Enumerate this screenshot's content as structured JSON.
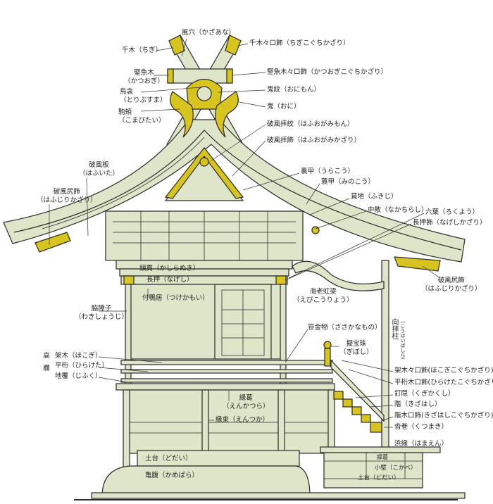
{
  "colors": {
    "wall": "#dfe5c8",
    "gold": "#d8c41e",
    "line": "#2a2a2a"
  },
  "labels": {
    "kazaana": "風穴（かざあな）",
    "chigi": "千木（ちぎ）",
    "chigi_koguchi": "千木々口飾（ちぎこぐちかざり）",
    "katsuogi": "堅魚木",
    "katsuogi_r": "（かつおぎ）",
    "katsuogi_koguchi": "堅魚木々口飾（かつおぎこぐちかざり）",
    "toribusuma": "烏衾",
    "toribusuma_r": "（とりぶすま）",
    "onimon": "鬼紋（おにもん）",
    "oni": "鬼（おに）",
    "komabitai": "駒頬",
    "komabitai_r": "（こまびたい）",
    "hafu_ogamimon": "破風拝紋（はふおがみもん）",
    "hafu_ogamikazari": "破風拝飾（はふおがみかざり）",
    "hafuita": "破風板",
    "hafuita_r": "（はふいた）",
    "urakou": "裏甲（うらこう）",
    "minokou": "蓑甲（みのこう）",
    "fukiji": "葺地（ふきじ）",
    "nakachirashi": "中散（なかちらし）",
    "rokuyou": "六葉（ろくよう）",
    "nageshikazari": "長押飾（なげしかざり）",
    "hafujiri_left": "破風尻飾",
    "hafujiri_left_r": "（はふじりかざり）",
    "hafujiri_right": "破風尻飾",
    "hafujiri_right_r": "（はふじりかざり）",
    "kashiranuki": "頭貫（かしらぬき）",
    "nageshi": "長押（なげし）",
    "tsukekamoi": "付鴨居（つけかもい）",
    "ebikouryou": "海老虹梁",
    "ebikouryou_r": "（えびこうりょう）",
    "wakishouji": "脇障子",
    "wakishouji_r": "（わきしょうじ）",
    "kouhaibashira": "向拝柱",
    "kouhaibashira_r": "（こうはいばしら）",
    "sasakanamono": "笹金物（ささかなもの）",
    "giboshi": "擬宝珠",
    "giboshi_r": "（ぎぼし）",
    "kouran": "高欄",
    "hokogi": "架木（ほこぎ）",
    "hirageta": "平桁（ひらけた）",
    "jifuku": "地覆（じふく）",
    "hokogi_koguchi": "架木々口飾(ほこぎこぐちかざり)",
    "hirageta_koguchi": "平桁木口飾(ひらけたこぐちかざり)",
    "kugikakushi": "釘隠（くぎかくし）",
    "kizahashi": "階（きざはし）",
    "kizahashi_koguchi": "階木口飾(きざはしこぐちかざり)",
    "kutsumaki": "沓巻（くつまき）",
    "enkatsura": "縁葛",
    "enkatsura_r": "（えんかつら）",
    "entsuka": "縁束（えんつか）",
    "hamaen": "浜縁（はまえん）",
    "enkatsura_small": "縁葛",
    "kokabe": "小壁（こかべ）",
    "dodai_right": "土台（どだい）",
    "dodai_left": "土台（どだい）",
    "kamebara": "亀腹（かめばら）"
  }
}
